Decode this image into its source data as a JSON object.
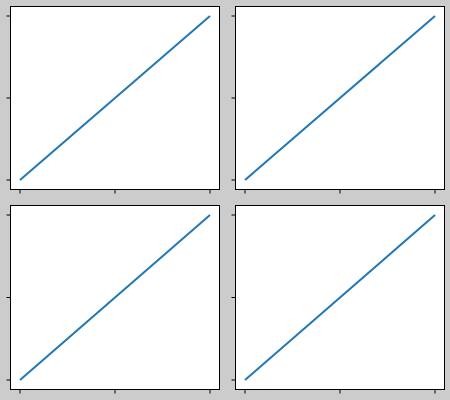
{
  "figure": {
    "background": "#cccccc"
  },
  "chart_data": [
    {
      "type": "line",
      "grid": false,
      "xlim": [
        0,
        1
      ],
      "ylim": [
        0,
        1
      ],
      "x_ticks": [
        0,
        0.5,
        1
      ],
      "y_ticks": [
        0,
        0.5,
        1
      ],
      "tick_labels_visible": false,
      "series": [
        {
          "x": [
            0,
            1
          ],
          "y": [
            0,
            1
          ],
          "color": "#1f77b4"
        }
      ]
    },
    {
      "type": "line",
      "grid": false,
      "xlim": [
        0,
        1
      ],
      "ylim": [
        0,
        1
      ],
      "x_ticks": [
        0,
        0.5,
        1
      ],
      "y_ticks": [
        0,
        0.5,
        1
      ],
      "tick_labels_visible": false,
      "series": [
        {
          "x": [
            0,
            1
          ],
          "y": [
            0,
            1
          ],
          "color": "#1f77b4"
        }
      ]
    },
    {
      "type": "line",
      "grid": false,
      "xlim": [
        0,
        1
      ],
      "ylim": [
        0,
        1
      ],
      "x_ticks": [
        0,
        0.5,
        1
      ],
      "y_ticks": [
        0,
        0.5,
        1
      ],
      "tick_labels_visible": false,
      "series": [
        {
          "x": [
            0,
            1
          ],
          "y": [
            0,
            1
          ],
          "color": "#1f77b4"
        }
      ]
    },
    {
      "type": "line",
      "grid": false,
      "xlim": [
        0,
        1
      ],
      "ylim": [
        0,
        1
      ],
      "x_ticks": [
        0,
        0.5,
        1
      ],
      "y_ticks": [
        0,
        0.5,
        1
      ],
      "tick_labels_visible": false,
      "series": [
        {
          "x": [
            0,
            1
          ],
          "y": [
            0,
            1
          ],
          "color": "#1f77b4"
        }
      ]
    }
  ]
}
